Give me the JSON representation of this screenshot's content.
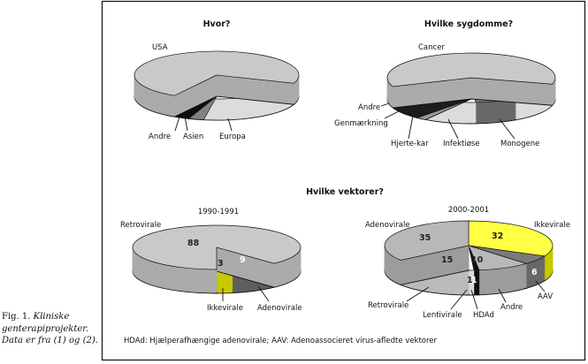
{
  "caption": {
    "fig": "Fig. 1.",
    "text": "Kliniske genterapiprojekter. Data er fra (1) og (2)."
  },
  "footnote": "HDAd: Hjælperafhængige adenovirale;  AAV: Adenoassocieret virus-afledte vektorer",
  "section_title": "Hvilke vektorer?",
  "chart_data": [
    {
      "type": "pie",
      "title": "Hvor?",
      "categories": [
        "Europa",
        "Asien",
        "Andre",
        "USA"
      ],
      "values": [
        22,
        3,
        3,
        72
      ],
      "colors": [
        "#ffffff",
        "#9a9a9a",
        "#111111",
        "#c9c9c9"
      ]
    },
    {
      "type": "pie",
      "title": "Hvilke sygdomme?",
      "categories": [
        "Monogene",
        "Infektiøse",
        "Hjerte-kar",
        "Genmærkning",
        "Andre",
        "Cancer"
      ],
      "values": [
        12,
        8,
        10,
        2,
        8,
        60
      ],
      "colors": [
        "#ffffff",
        "#7a7a7a",
        "#ffffff",
        "#b5b5b5",
        "#222222",
        "#c9c9c9"
      ]
    },
    {
      "type": "pie",
      "title": "1990-1991",
      "categories": [
        "Adenovirale",
        "Ikkevirale",
        "Retrovirale"
      ],
      "values": [
        9,
        3,
        88
      ],
      "colors": [
        "#707070",
        "#ffff44",
        "#c9c9c9"
      ]
    },
    {
      "type": "pie",
      "title": "2000-2001",
      "categories": [
        "Ikkevirale",
        "AAV",
        "Andre",
        "HDAd",
        "Lentivirale",
        "Retrovirale",
        "Adenovirale"
      ],
      "values": [
        32,
        6,
        10,
        1,
        1,
        15,
        35
      ],
      "colors": [
        "#ffff44",
        "#7a7a7a",
        "#b8b8b8",
        "#111111",
        "#ffffff",
        "#dcdcdc",
        "#b8b8b8"
      ]
    }
  ]
}
